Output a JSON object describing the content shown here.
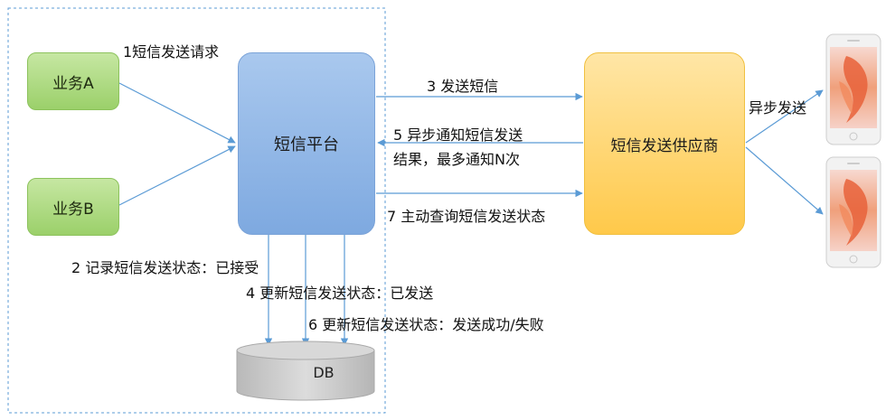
{
  "nodes": {
    "biz_a": "业务A",
    "biz_b": "业务B",
    "platform": "短信平台",
    "supplier": "短信发送供应商",
    "db": "DB"
  },
  "labels": {
    "step1": "1短信发送请求",
    "step2": "2 记录短信发送状态：已接受",
    "step3": "3 发送短信",
    "step4": "4 更新短信发送状态：已发送",
    "step5_line1": "5 异步通知短信发送",
    "step5_line2": "结果，最多通知N次",
    "step6": "6 更新短信发送状态：发送成功/失败",
    "step7": "7 主动查询短信发送状态",
    "async_send": "异步发送"
  },
  "colors": {
    "arrow": "#5b9bd5",
    "boundary": "#5b9bd5",
    "business": "#a8d97a",
    "platform": "#8fb4e6",
    "supplier": "#ffd166",
    "db": "#c9c9c9"
  }
}
